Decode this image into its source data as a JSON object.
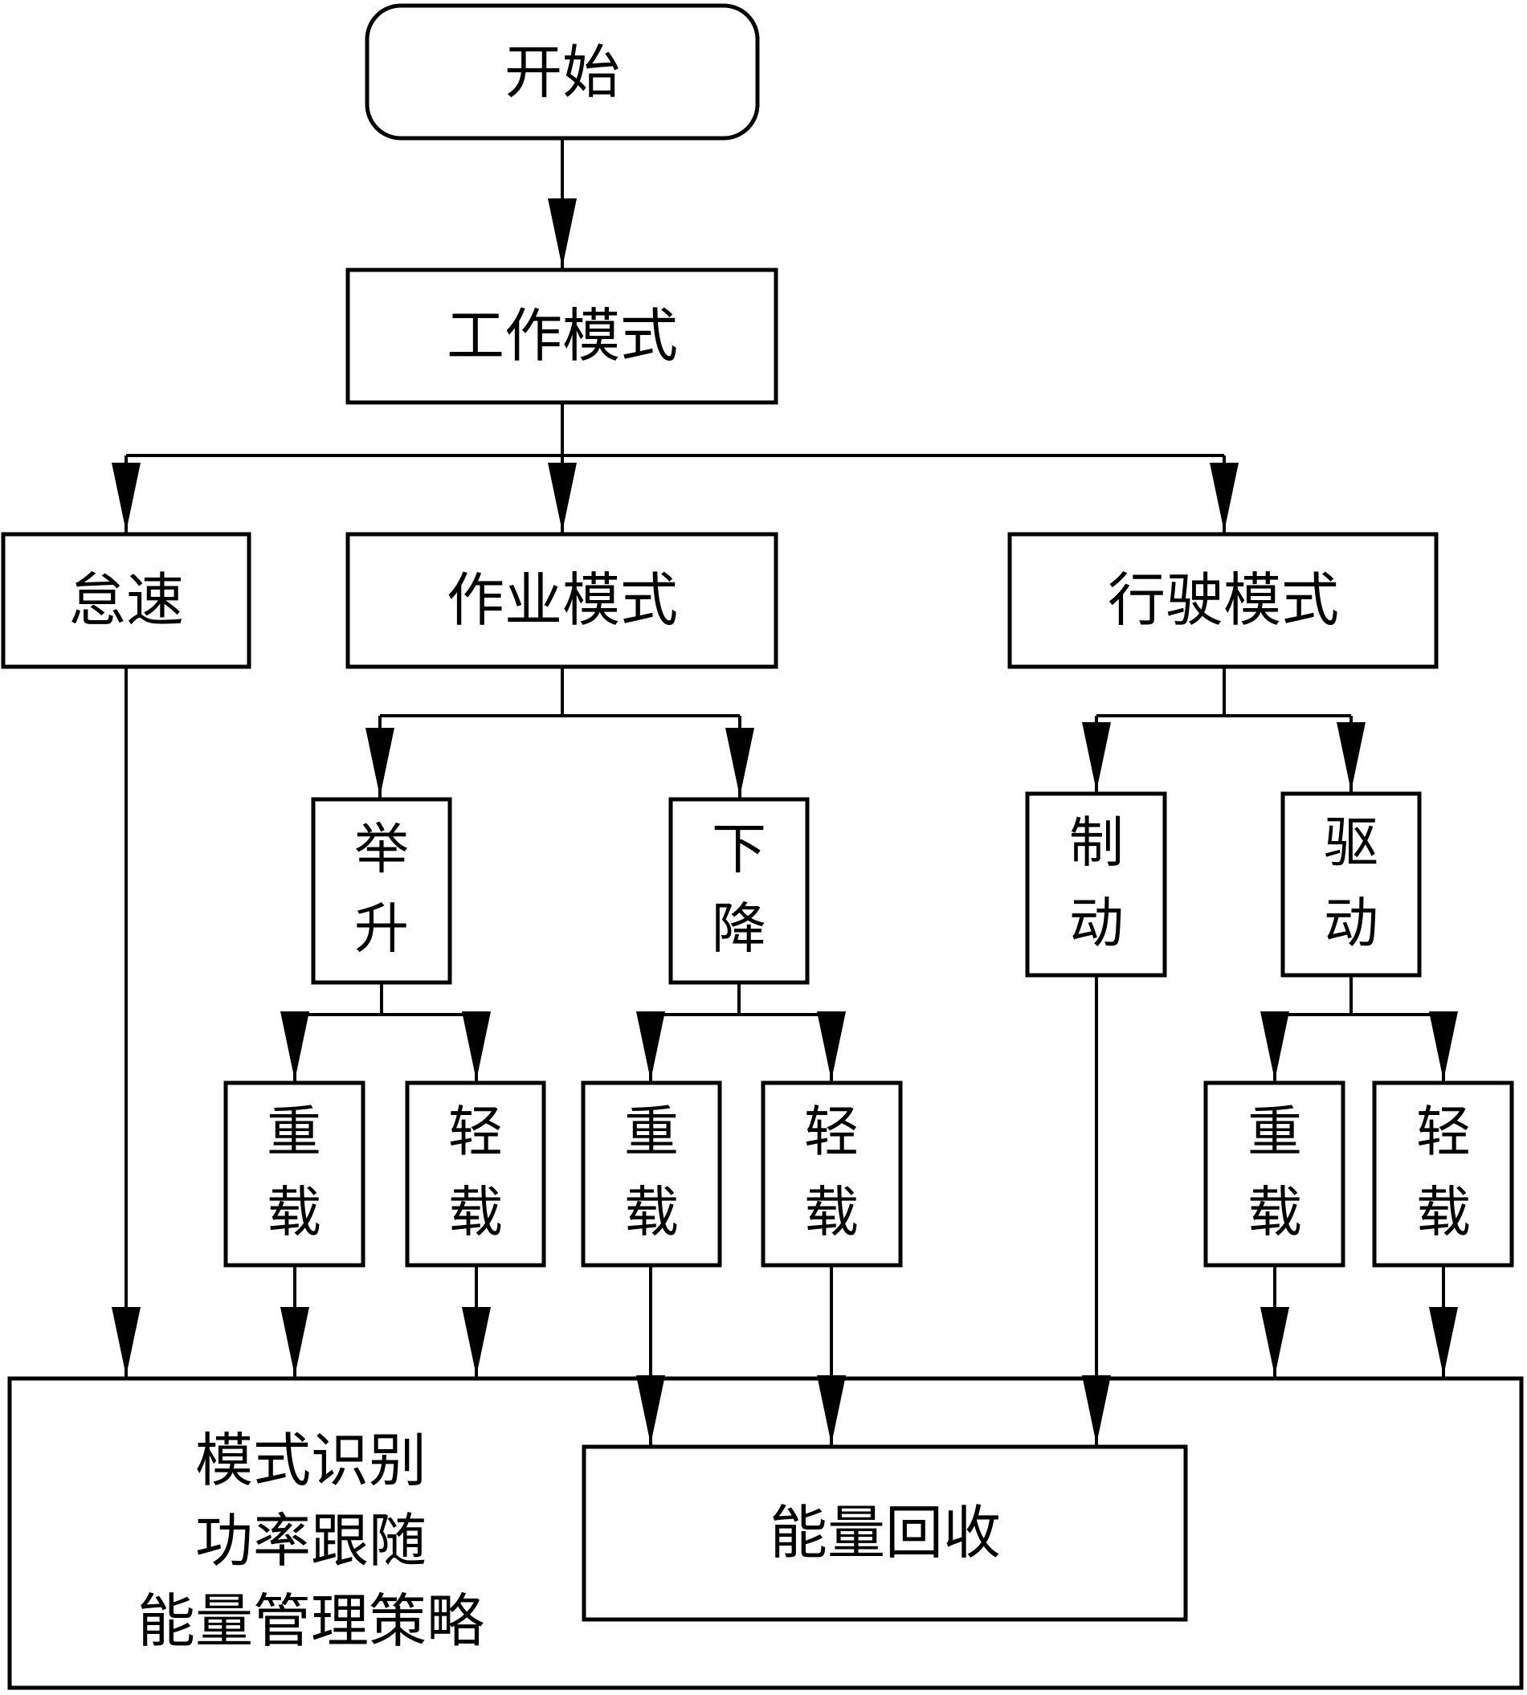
{
  "diagram": {
    "type": "flowchart",
    "nodes": {
      "start": "开始",
      "work_mode": "工作模式",
      "idle": "怠速",
      "operation_mode": "作业模式",
      "driving_mode": "行驶模式",
      "lift": [
        "举",
        "升"
      ],
      "lower": [
        "下",
        "降"
      ],
      "brake": [
        "制",
        "动"
      ],
      "drive": [
        "驱",
        "动"
      ],
      "lift_heavy": [
        "重",
        "载"
      ],
      "lift_light": [
        "轻",
        "载"
      ],
      "lower_heavy": [
        "重",
        "载"
      ],
      "lower_light": [
        "轻",
        "载"
      ],
      "drive_heavy": [
        "重",
        "载"
      ],
      "drive_light": [
        "轻",
        "载"
      ],
      "strategy_lines": [
        "模式识别",
        "功率跟随",
        "能量管理策略"
      ],
      "energy_recovery": "能量回收"
    },
    "edges": [
      [
        "start",
        "work_mode"
      ],
      [
        "work_mode",
        "idle"
      ],
      [
        "work_mode",
        "operation_mode"
      ],
      [
        "work_mode",
        "driving_mode"
      ],
      [
        "operation_mode",
        "lift"
      ],
      [
        "operation_mode",
        "lower"
      ],
      [
        "driving_mode",
        "brake"
      ],
      [
        "driving_mode",
        "drive"
      ],
      [
        "lift",
        "lift_heavy"
      ],
      [
        "lift",
        "lift_light"
      ],
      [
        "lower",
        "lower_heavy"
      ],
      [
        "lower",
        "lower_light"
      ],
      [
        "drive",
        "drive_heavy"
      ],
      [
        "drive",
        "drive_light"
      ],
      [
        "idle",
        "strategy"
      ],
      [
        "lift_heavy",
        "strategy"
      ],
      [
        "lift_light",
        "strategy"
      ],
      [
        "drive_heavy",
        "strategy"
      ],
      [
        "drive_light",
        "strategy"
      ],
      [
        "lower_heavy",
        "energy_recovery"
      ],
      [
        "lower_light",
        "energy_recovery"
      ],
      [
        "brake",
        "energy_recovery"
      ]
    ]
  }
}
